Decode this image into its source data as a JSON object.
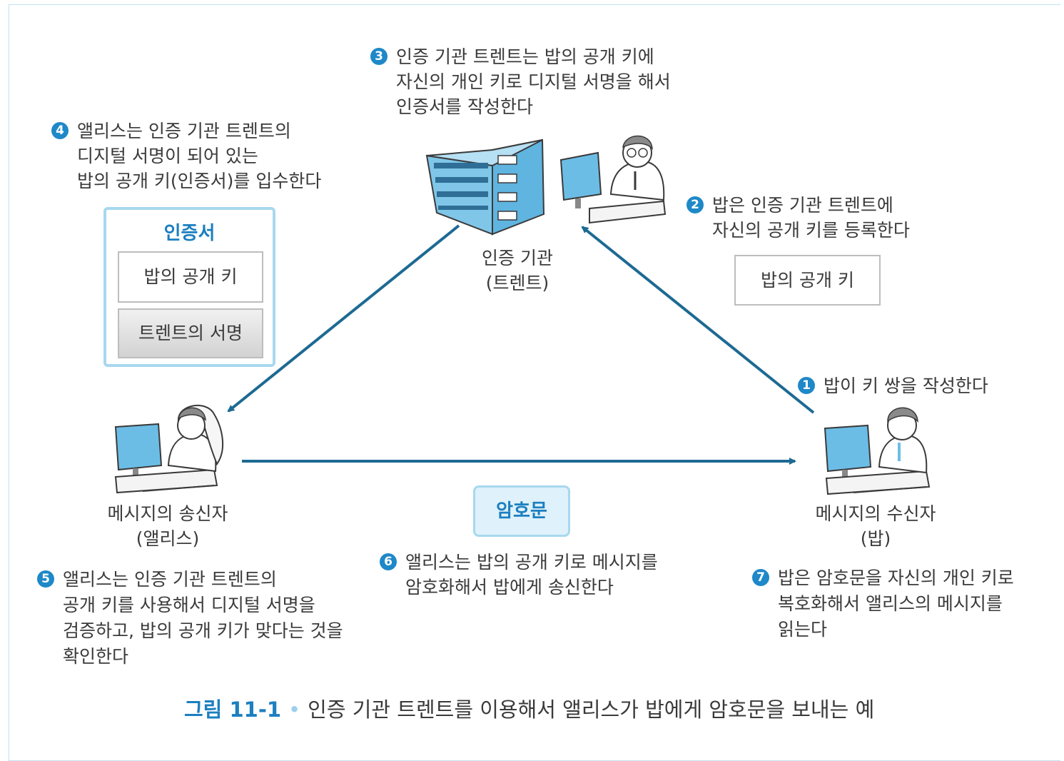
{
  "caption": {
    "number": "그림 11-1",
    "separator": "•",
    "text": "인증 기관 트렌트를 이용해서 앨리스가 밥에게 암호문을 보내는 예"
  },
  "steps": [
    {
      "badge": "1",
      "lines": [
        "밥이 키 쌍을 작성한다"
      ]
    },
    {
      "badge": "2",
      "lines": [
        "밥은 인증 기관 트렌트에",
        "자신의 공개 키를 등록한다"
      ]
    },
    {
      "badge": "3",
      "lines": [
        "인증 기관 트렌트는 밥의 공개 키에",
        "자신의 개인 키로 디지털 서명을 해서",
        "인증서를 작성한다"
      ]
    },
    {
      "badge": "4",
      "lines": [
        "앨리스는 인증 기관 트렌트의",
        "디지털 서명이 되어 있는",
        "밥의 공개 키(인증서)를 입수한다"
      ]
    },
    {
      "badge": "5",
      "lines": [
        "앨리스는 인증 기관 트렌트의",
        "공개 키를 사용해서 디지털 서명을",
        "검증하고, 밥의 공개 키가 맞다는 것을",
        "확인한다"
      ]
    },
    {
      "badge": "6",
      "lines": [
        "앨리스는 밥의 공개 키로 메시지를",
        "암호화해서 밥에게 송신한다"
      ]
    },
    {
      "badge": "7",
      "lines": [
        "밥은 암호문을 자신의 개인 키로",
        "복호화해서 앨리스의 메시지를",
        "읽는다"
      ]
    }
  ],
  "nodes": {
    "trent": {
      "lines": [
        "인증 기관",
        "(트렌트)"
      ]
    },
    "alice": {
      "lines": [
        "메시지의 송신자",
        "(앨리스)"
      ]
    },
    "bob": {
      "lines": [
        "메시지의 수신자",
        "(밥)"
      ]
    }
  },
  "certificate": {
    "title": "인증서",
    "public_key": "밥의 공개 키",
    "signature": "트렌트의 서명"
  },
  "bob_public_key": "밥의 공개 키",
  "ciphertext": "암호문",
  "colors": {
    "accent": "#1c7fc0",
    "badge": "#1e88c8",
    "arrow": "#1d6a93",
    "light_blue": "#a8d8ef",
    "cipher_fill": "#dff1fa"
  }
}
